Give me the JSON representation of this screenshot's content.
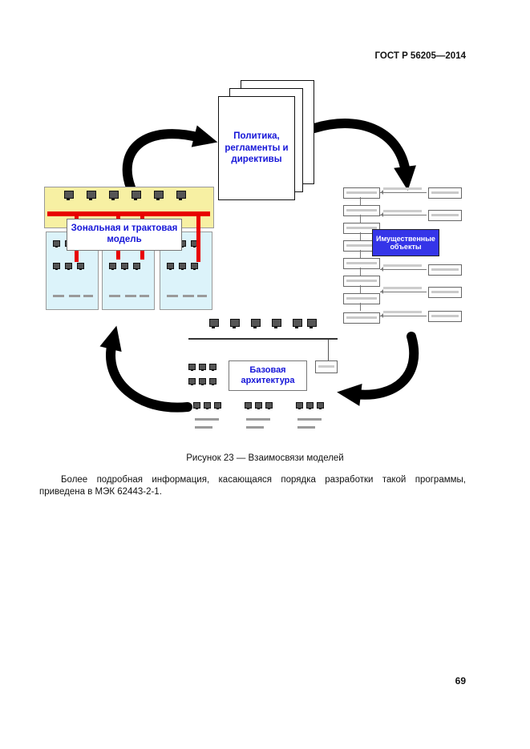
{
  "page": {
    "header": "ГОСТ Р 56205—2014",
    "number": "69"
  },
  "figure": {
    "caption": "Рисунок 23 — Взаимосвязи моделей",
    "nodes": {
      "policy": "Политика, регламенты и директивы",
      "zonal": "Зональная и трактовая модель",
      "assets": "Имущественные объекты",
      "base": "Базовая архитектура"
    }
  },
  "body": {
    "paragraph": "Более подробная информация, касающаяся порядка разработки такой программы, приведена в МЭК 62443-2-1."
  },
  "colors": {
    "label_blue": "#1616d8",
    "asset_box_blue": "#3535e8",
    "band_yellow": "#f7f0a3",
    "zone_cyan": "#dcf3fa",
    "bus_red": "#e80000",
    "arrow_black": "#000000"
  }
}
